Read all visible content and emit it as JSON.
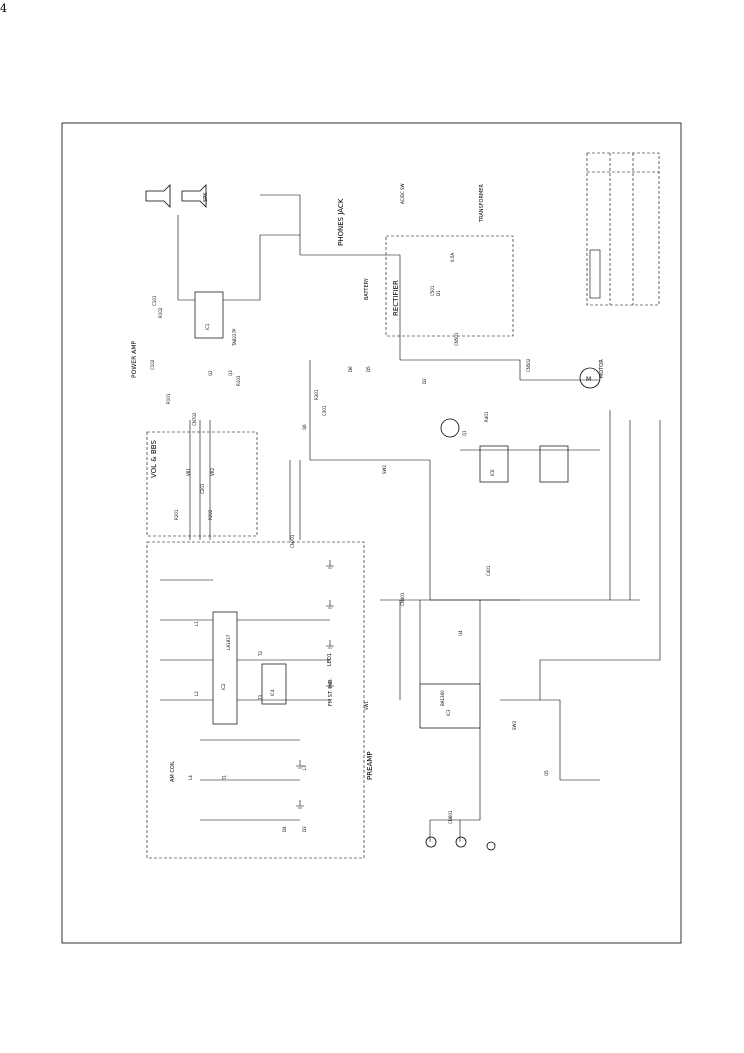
{
  "page": {
    "number": "4"
  },
  "labels": {
    "power_amp": "POWER AMP",
    "phones_jack": "PHONES JACK",
    "rectifier": "RECTIFIER",
    "preamp": "PREAMP",
    "vol_bbs": "VOL & BBS",
    "spk": "SPK",
    "motor": "MOTOR",
    "battery": "BATTERY",
    "transformer": "TRANSFORMER",
    "fm_st_ind": "FM ST. IND.",
    "am_coil": "AM COIL",
    "led": "LED1"
  },
  "part_labels": [
    "CN701",
    "CN702",
    "CN501",
    "CN502",
    "CN401",
    "CN601",
    "IC1",
    "IC2",
    "IC3",
    "IC4",
    "IC6",
    "Q1",
    "Q2",
    "Q3",
    "Q4",
    "Q5",
    "Q6",
    "T1",
    "T2",
    "T3",
    "L1",
    "L2",
    "L3",
    "L4",
    "D1",
    "D2",
    "D3",
    "D4",
    "D5",
    "D6",
    "R101",
    "R102",
    "R103",
    "R201",
    "R202",
    "R301",
    "R401",
    "C101",
    "C102",
    "C201",
    "C301",
    "C401",
    "C501",
    "SW1",
    "SW2",
    "SW3",
    "VR1",
    "VR2",
    "TA8227P",
    "BA1360",
    "LA1837",
    "AC/DC SW",
    "0.5A"
  ]
}
